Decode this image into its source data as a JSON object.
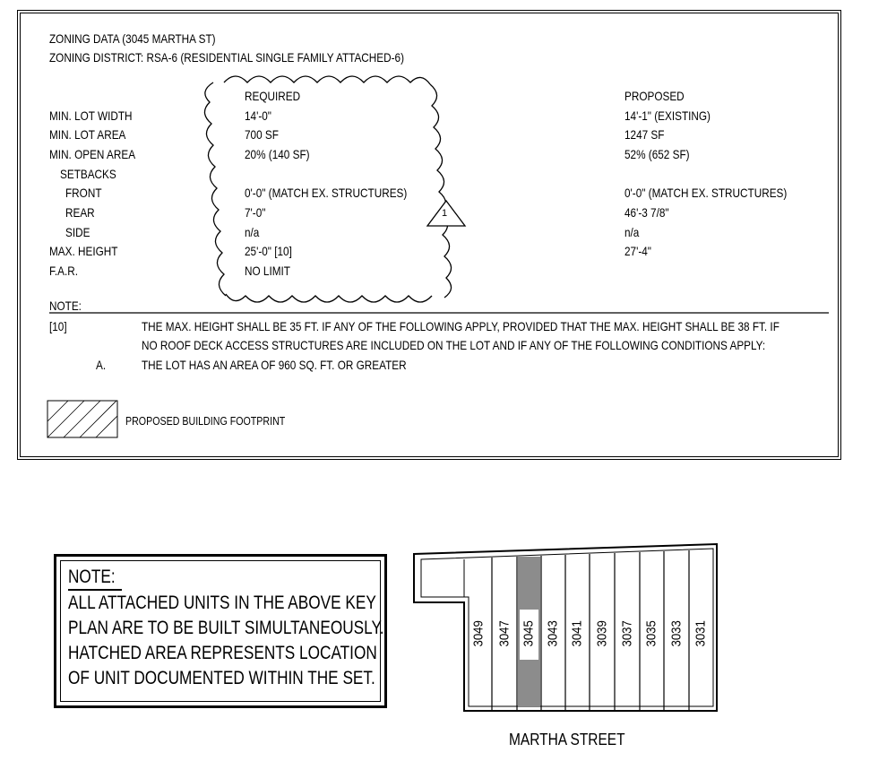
{
  "zoning": {
    "title": "ZONING DATA (3045 MARTHA ST)",
    "district": "ZONING DISTRICT:  RSA-6  (RESIDENTIAL SINGLE FAMILY ATTACHED-6)",
    "col_required": "REQUIRED",
    "col_proposed": "PROPOSED",
    "rows": [
      {
        "label": "MIN. LOT WIDTH",
        "required": "14'-0\"",
        "proposed": "14'-1\" (EXISTING)"
      },
      {
        "label": "MIN. LOT AREA",
        "required": "700 SF",
        "proposed": "1247 SF"
      },
      {
        "label": "MIN. OPEN AREA",
        "required": "20% (140 SF)",
        "proposed": "52% (652 SF)"
      },
      {
        "label": "SETBACKS",
        "required": "",
        "proposed": ""
      },
      {
        "label": "FRONT",
        "required": "0'-0\" (MATCH EX. STRUCTURES)",
        "proposed": "0'-0\" (MATCH EX. STRUCTURES)"
      },
      {
        "label": "REAR",
        "required": "7'-0\"",
        "proposed": "46'-3 7/8\""
      },
      {
        "label": "SIDE",
        "required": "n/a",
        "proposed": "n/a"
      },
      {
        "label": "MAX. HEIGHT",
        "required": "25'-0\" [10]",
        "proposed": "27'-4\""
      },
      {
        "label": "F.A.R.",
        "required": "NO LIMIT",
        "proposed": ""
      }
    ],
    "revision_tag": "1",
    "note_heading": "NOTE:",
    "note_ref": "[10]",
    "note_line1": "THE MAX. HEIGHT SHALL BE 35 FT. IF ANY OF THE FOLLOWING APPLY, PROVIDED THAT THE MAX. HEIGHT SHALL BE  38 FT. IF",
    "note_line2": "NO ROOF DECK ACCESS STRUCTURES ARE INCLUDED ON THE LOT AND IF ANY OF THE FOLLOWING CONDITIONS APPLY:",
    "note_item_ref": "A.",
    "note_item_text": "THE LOT HAS AN AREA OF 960 SQ. FT. OR GREATER",
    "legend_label": "PROPOSED BUILDING FOOTPRINT"
  },
  "key_note": {
    "heading": "NOTE:",
    "lines": [
      "ALL ATTACHED UNITS IN THE ABOVE KEY",
      "PLAN ARE TO BE BUILT SIMULTANEOUSLY.",
      "HATCHED AREA REPRESENTS LOCATION",
      "OF UNIT DOCUMENTED WITHIN THE SET."
    ]
  },
  "key_plan": {
    "units": [
      "3049",
      "3047",
      "3045",
      "3043",
      "3041",
      "3039",
      "3037",
      "3035",
      "3033",
      "3031"
    ],
    "highlighted_unit": "3045",
    "street": "MARTHA STREET"
  }
}
